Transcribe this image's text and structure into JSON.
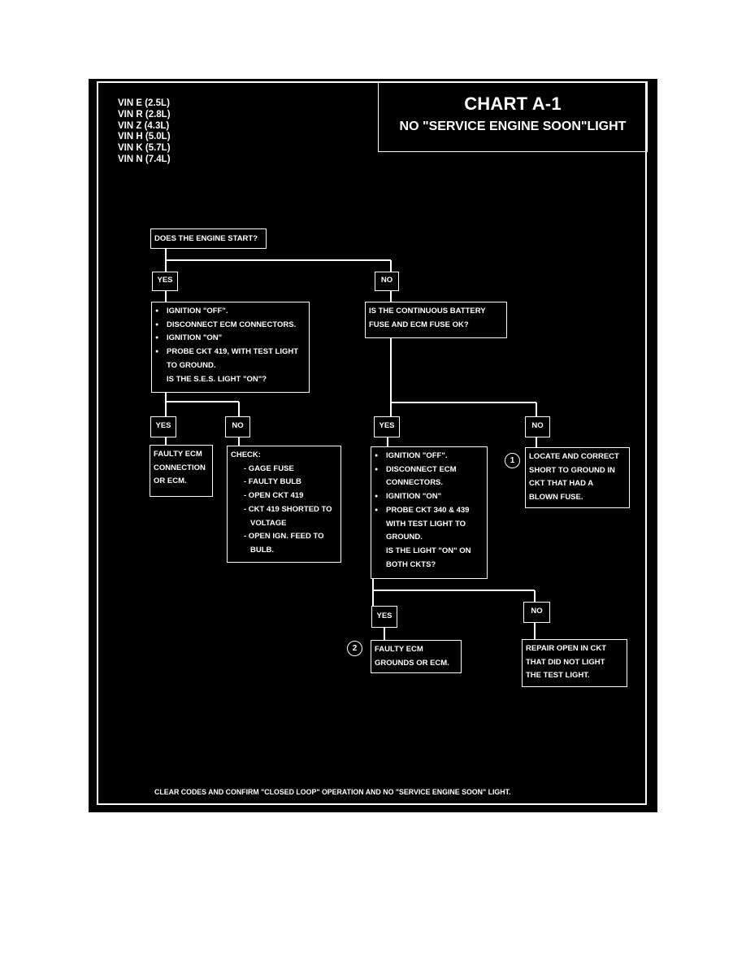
{
  "vin_codes": [
    "VIN E (2.5L)",
    "VIN R (2.8L)",
    "VIN Z (4.3L)",
    "VIN H (5.0L)",
    "VIN K (5.7L)",
    "VIN N (7.4L)"
  ],
  "title": {
    "main": "CHART A-1",
    "sub": "NO \"SERVICE ENGINE SOON\"LIGHT"
  },
  "nodes": {
    "start": "DOES THE ENGINE START?",
    "yes1": "YES",
    "no1": "NO",
    "test1": [
      "IGNITION \"OFF\".",
      "DISCONNECT ECM CONNECTORS.",
      "IGNITION \"ON\"",
      "PROBE CKT 419, WITH TEST LIGHT",
      "TO GROUND.",
      "IS THE S.E.S. LIGHT \"ON\"?"
    ],
    "fuse_q": [
      "IS THE CONTINUOUS BATTERY",
      "FUSE AND ECM FUSE OK?"
    ],
    "yes2": "YES",
    "no2": "NO",
    "faulty_ecm": [
      "FAULTY ECM",
      "CONNECTION",
      "OR ECM."
    ],
    "check": [
      "CHECK:",
      "- GAGE FUSE",
      "- FAULTY BULB",
      "- OPEN CKT 419",
      "- CKT 419 SHORTED TO",
      "VOLTAGE",
      "- OPEN IGN. FEED TO",
      "BULB."
    ],
    "yes3": "YES",
    "no3": "NO",
    "test2": [
      "IGNITION \"OFF\".",
      "DISCONNECT ECM",
      "CONNECTORS.",
      "IGNITION \"ON\"",
      "PROBE CKT 340 & 439",
      "WITH TEST LIGHT TO",
      "GROUND.",
      "IS THE LIGHT \"ON\" ON",
      "BOTH CKTS?"
    ],
    "locate_short": [
      "LOCATE AND CORRECT",
      "SHORT TO GROUND IN",
      "CKT THAT HAD A",
      "BLOWN FUSE."
    ],
    "yes4": "YES",
    "no4": "NO",
    "faulty_grounds": [
      "FAULTY ECM",
      "GROUNDS OR ECM."
    ],
    "repair_open": [
      "REPAIR OPEN IN CKT",
      "THAT DID NOT LIGHT",
      "THE TEST LIGHT."
    ],
    "note1": "1",
    "note2": "2"
  },
  "footer": "CLEAR CODES AND CONFIRM \"CLOSED LOOP\" OPERATION AND NO \"SERVICE ENGINE SOON\" LIGHT."
}
